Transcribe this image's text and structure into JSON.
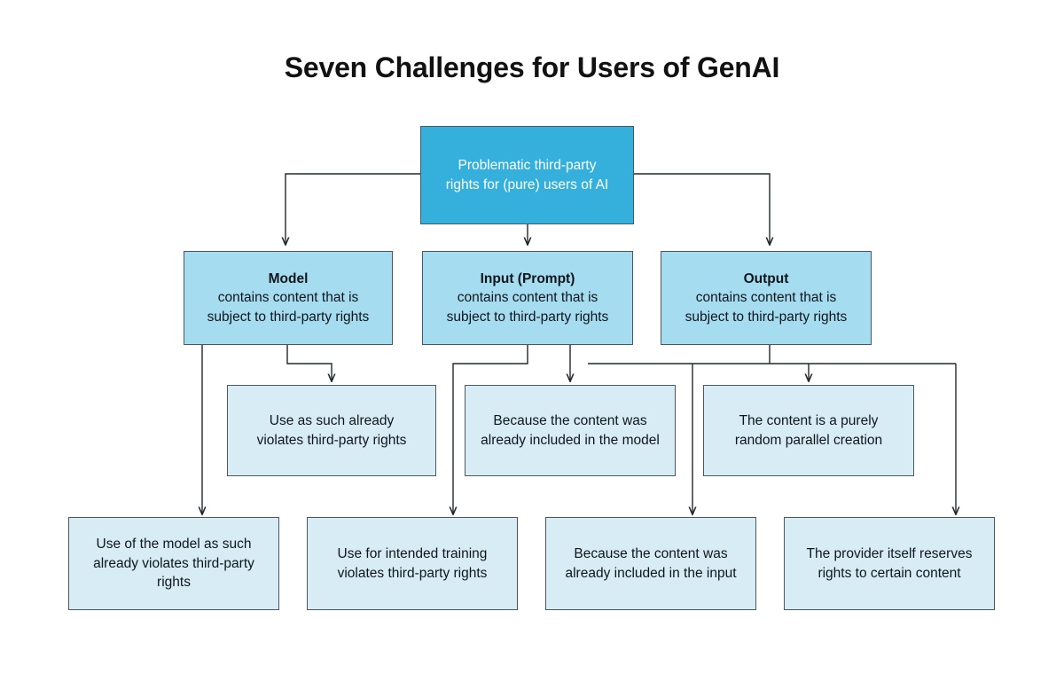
{
  "title": "Seven Challenges for Users of GenAI",
  "colors": {
    "root_fill": "#35b0dd",
    "level1_fill": "#a6dcef",
    "level2_fill": "#d7ecf5",
    "leaf_fill": "#d7ecf5",
    "stroke": "#4a5763",
    "connector": "#22282e",
    "root_text": "#ffffff",
    "body_text": "#10161c",
    "background": "#ffffff"
  },
  "nodes": {
    "root": {
      "line1": "Problematic third-party",
      "line2": "rights for (pure) users of AI"
    },
    "model": {
      "heading": "Model",
      "line1": "contains content that is",
      "line2": "subject to third-party rights"
    },
    "input": {
      "heading": "Input (Prompt)",
      "line1": "contains content that is",
      "line2": "subject to third-party rights"
    },
    "output": {
      "heading": "Output",
      "line1": "contains content that is",
      "line2": "subject to third-party rights"
    },
    "mid1": {
      "line1": "Use as such already",
      "line2": "violates third-party rights"
    },
    "mid2": {
      "line1": "Because the content was",
      "line2": "already included in the model"
    },
    "mid3": {
      "line1": "The content is a purely",
      "line2": "random parallel creation"
    },
    "leaf1": {
      "line1": "Use of the model as such",
      "line2": "already violates third-party",
      "line3": "rights"
    },
    "leaf2": {
      "line1": "Use for intended training",
      "line2": "violates third-party rights"
    },
    "leaf3": {
      "line1": "Because the content was",
      "line2": "already included in the input"
    },
    "leaf4": {
      "line1": "The provider itself reserves",
      "line2": "rights to certain content"
    }
  }
}
